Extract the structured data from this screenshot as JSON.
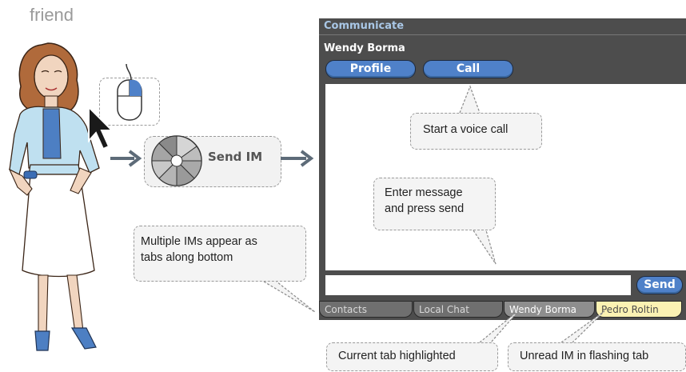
{
  "friend_label": "friend",
  "send_im_label": "Send IM",
  "window": {
    "title": "Communicate",
    "contact_name": "Wendy Borma",
    "buttons": {
      "profile": "Profile",
      "call": "Call",
      "send": "Send"
    },
    "message_input": {
      "value": "",
      "placeholder": ""
    },
    "tabs": [
      {
        "label": "Contacts",
        "state": "normal"
      },
      {
        "label": "Local Chat",
        "state": "normal"
      },
      {
        "label": "Wendy Borma",
        "state": "current"
      },
      {
        "label": "Pedro Roltin",
        "state": "unread"
      }
    ]
  },
  "callouts": {
    "call": "Start a voice call",
    "enter_line1": "Enter message",
    "enter_line2": "and press send",
    "tabs_line1": "Multiple IMs appear as",
    "tabs_line2": "tabs along bottom",
    "current": "Current tab highlighted",
    "unread": "Unread IM in flashing tab"
  },
  "colors": {
    "window_bg": "#4d4d4d",
    "title_text": "#a9c7e6",
    "button_blue": "#4f81c9",
    "current_tab": "#8e8e8e",
    "unread_tab": "#fbf2b3",
    "arrow_gray": "#5d6b78"
  },
  "icons": [
    "mouse-icon",
    "cursor-arrow-icon",
    "pie-menu-icon",
    "right-arrow-icon"
  ]
}
